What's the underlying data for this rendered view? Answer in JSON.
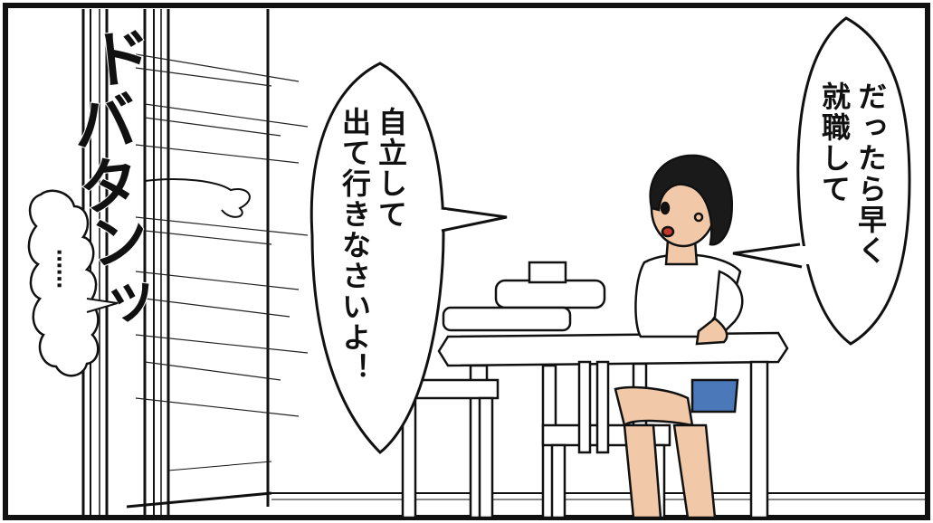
{
  "panel": {
    "sound_effect": [
      "ド",
      "バ",
      "タ",
      "ン",
      "ッ"
    ],
    "thought_bubble_left": "……",
    "speech_center": [
      "自立して",
      "出て行きなさいよ！"
    ],
    "speech_right": [
      "だったら早く",
      "就職して"
    ]
  },
  "colors": {
    "ink": "#111111",
    "skin": "#f2c9a8",
    "hair": "#1a1a1a",
    "shirt": "#ffffff",
    "shorts": "#4a78b8",
    "floor": "#ffffff"
  }
}
